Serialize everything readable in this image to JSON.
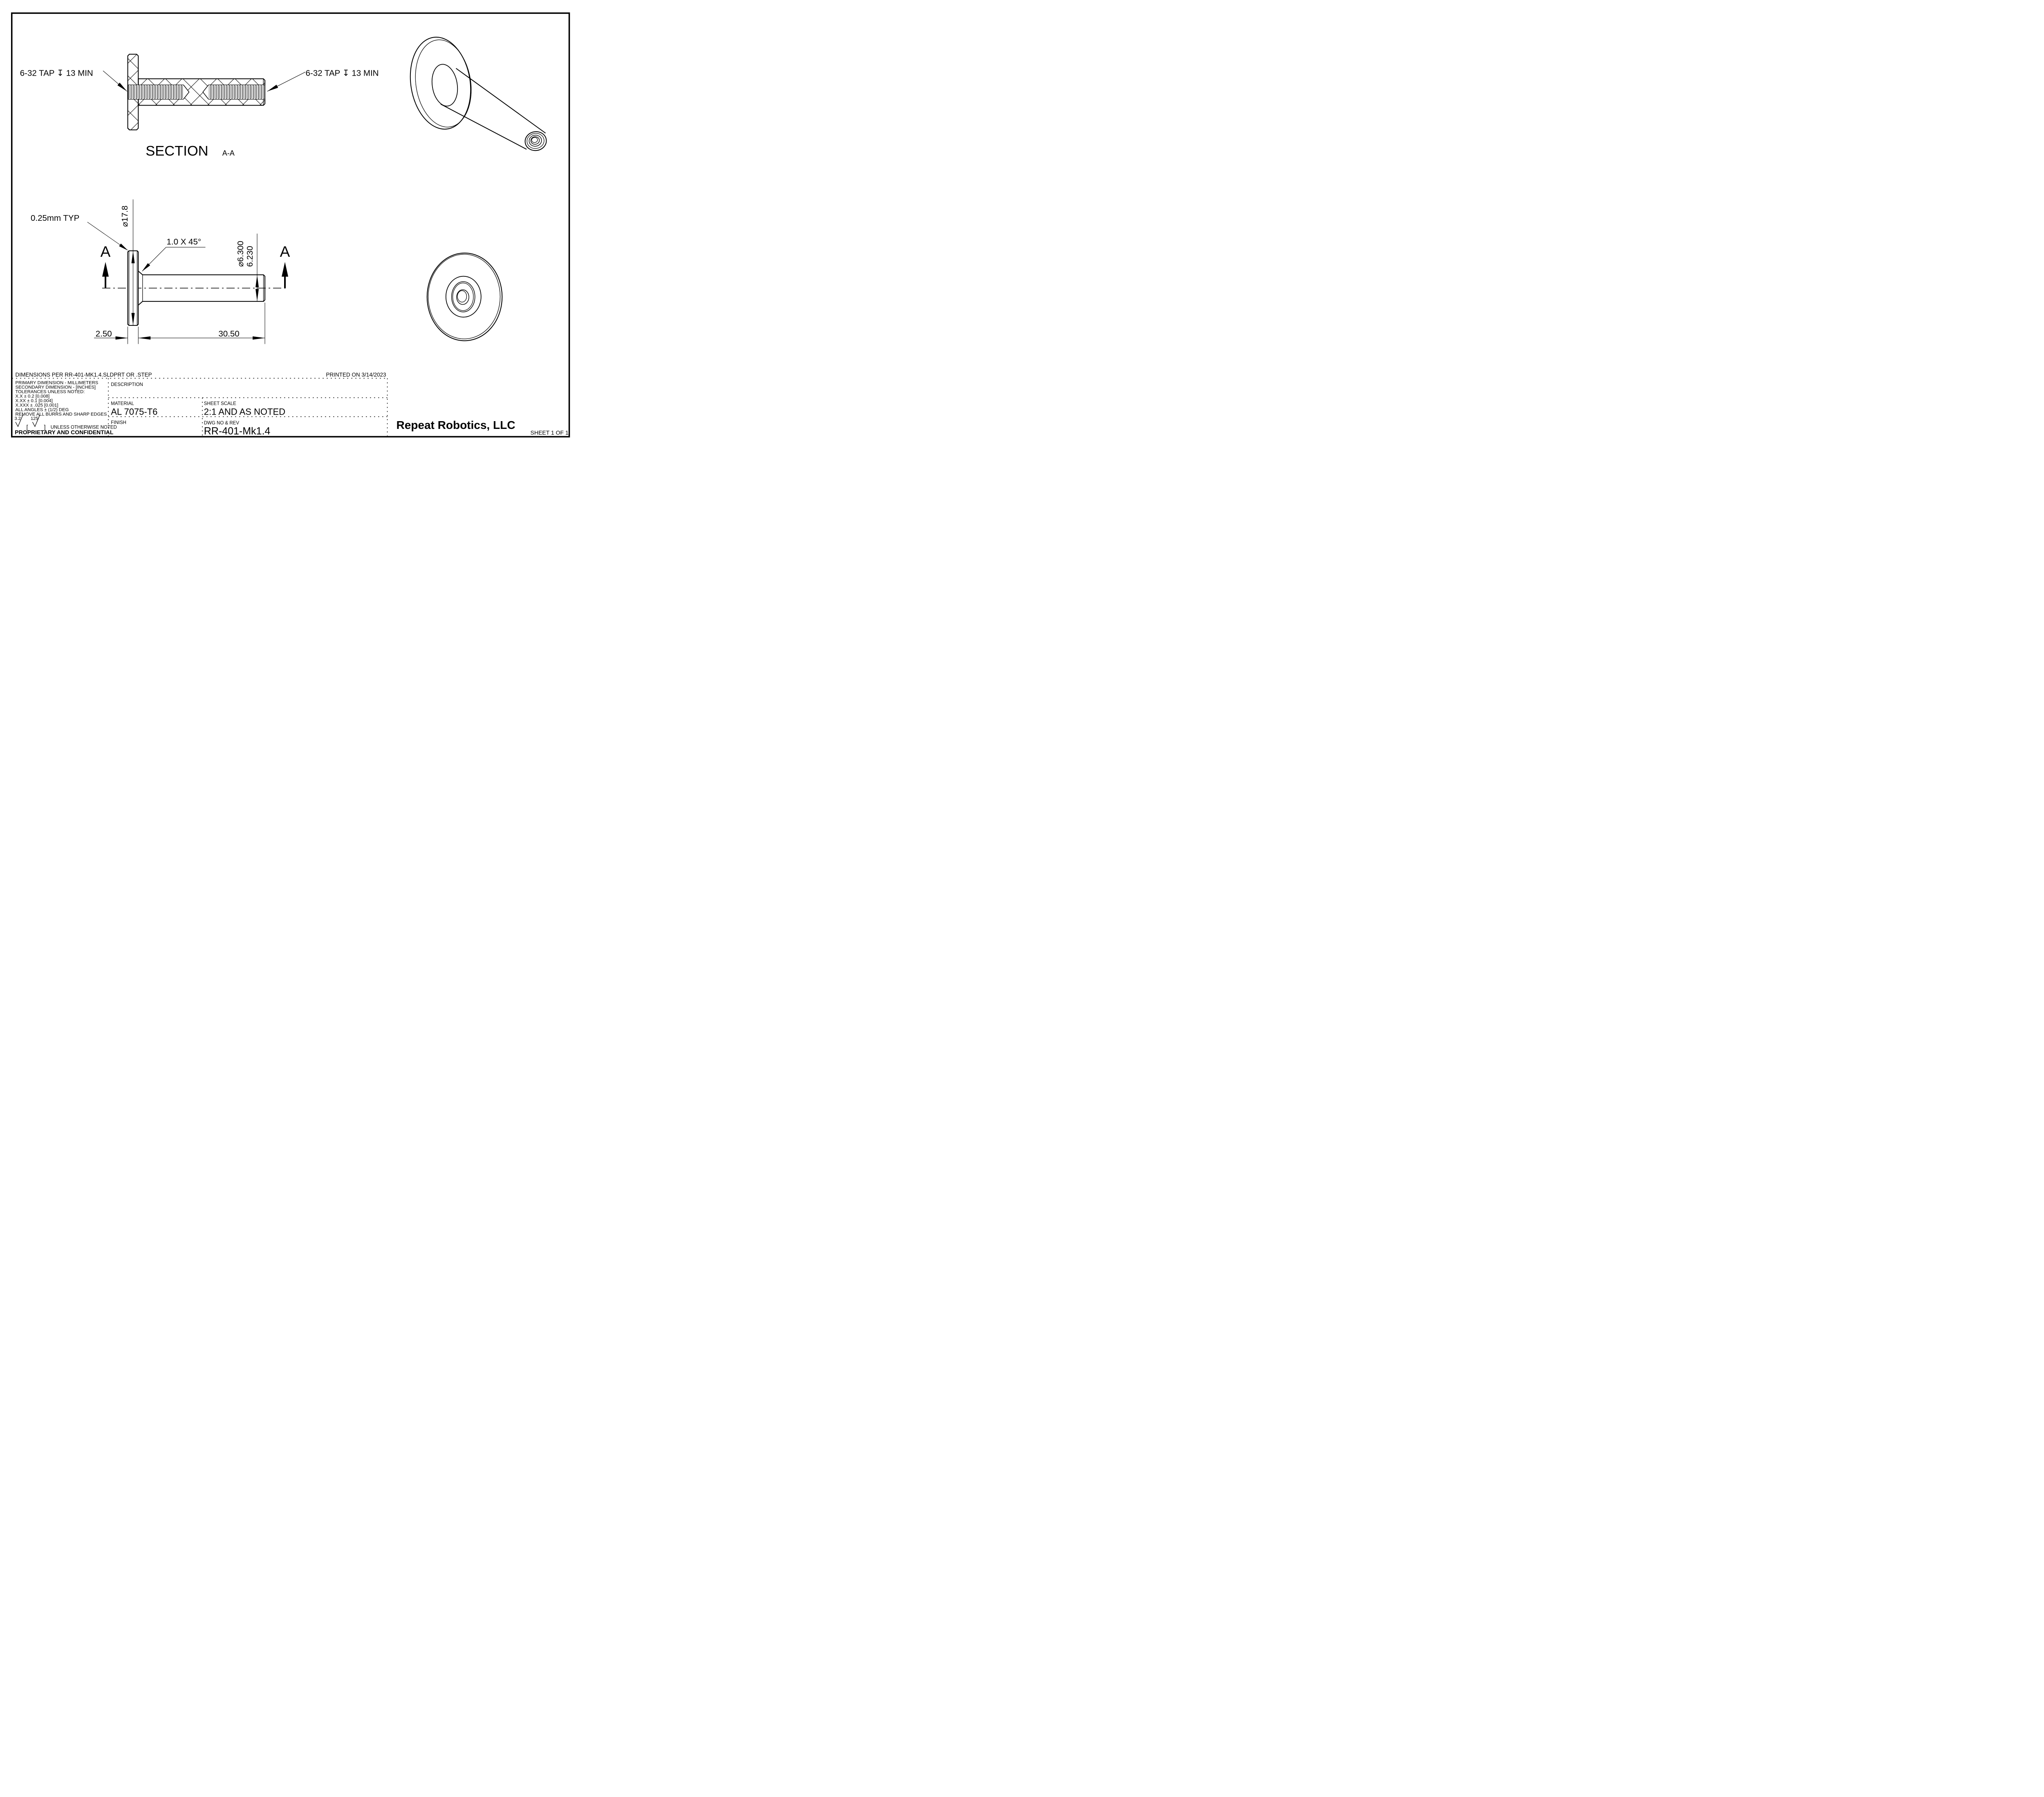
{
  "colors": {
    "ink": "#000000",
    "paper": "#ffffff"
  },
  "views": {
    "section": {
      "title": "SECTION",
      "ref": "A-A",
      "tap_note_left": "6-32 TAP ↧ 13 MIN",
      "tap_note_right": "6-32 TAP ↧ 13 MIN"
    },
    "side": {
      "corner_note": "0.25mm TYP",
      "chamfer_note": "1.0 X 45°",
      "flange_dia": "⌀17.8",
      "shaft_dia_max": "⌀6.300",
      "shaft_dia_min": "6.230",
      "flange_thickness": "2.50",
      "shaft_length": "30.50",
      "cut_letter_left": "A",
      "cut_letter_right": "A"
    }
  },
  "title_block": {
    "dims_note": "DIMENSIONS PER RR-401-MK1.4.SLDPRT OR .STEP",
    "printed_note": "PRINTED ON 3/14/2023",
    "notes": [
      "PRIMARY DIMENSION - MILLIMETERS",
      "SECONDARY DIMENSION - [INCHES]",
      "TOLERANCES UNLESS NOTED:",
      "X.X ± 0.2 [0.008]",
      "X.XX ± 0.1 [0.004]",
      "X.XXX ± .025 [0.001]",
      "ALL ANGLES ± (1/2) DEG",
      "REMOVE ALL BURRS AND SHARP EDGES"
    ],
    "finish_primary": "3.2",
    "finish_secondary": "125",
    "bracket_open": "[",
    "bracket_close": "]",
    "finish_note": "UNLESS OTHERWISE NOTED",
    "proprietary": "PROPRIETARY AND CONFIDENTIAL",
    "description_label": "DESCRIPTION",
    "material_label": "MATERIAL",
    "material_value": "AL 7075-T6",
    "finish_label": "FINISH",
    "scale_label": "SHEET SCALE",
    "scale_value": "2:1 AND AS NOTED",
    "dwg_label": "DWG  NO & REV",
    "dwg_value": "RR-401-Mk1.4",
    "company": "Repeat Robotics, LLC",
    "sheet": "SHEET 1 OF 1"
  }
}
